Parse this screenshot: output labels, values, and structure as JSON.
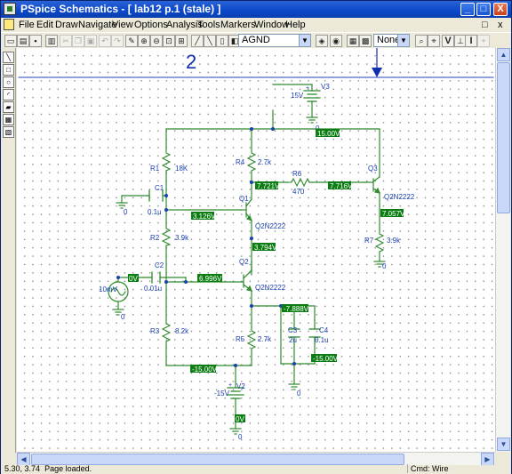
{
  "window": {
    "title": "PSpice Schematics - [ lab12  p.1 (stale)  ]",
    "controls": {
      "minimize": "_",
      "maximize": "□",
      "close": "X"
    }
  },
  "menu": {
    "items": [
      "File",
      "Edit",
      "Draw",
      "Navigate",
      "View",
      "Options",
      "Analysis",
      "Tools",
      "Markers",
      "Window",
      "Help"
    ],
    "restore_box": "□",
    "close_box": "x"
  },
  "toolbar": {
    "part_dropdown": {
      "value": "AGND"
    },
    "marker_dropdown": {
      "value": "None"
    },
    "v_button": "V",
    "i_button": "I"
  },
  "canvas": {
    "page_label": "2",
    "components": {
      "v3": {
        "ref": "V3",
        "value": "15V"
      },
      "v2": {
        "ref": "V2",
        "value": "-15V"
      },
      "r1": {
        "ref": "R1",
        "value": "18K"
      },
      "r2": {
        "ref": "R2",
        "value": "3.9k"
      },
      "r3": {
        "ref": "R3",
        "value": "8.2k"
      },
      "r4": {
        "ref": "R4",
        "value": "2.7k"
      },
      "r5": {
        "ref": "R5",
        "value": "2.7k"
      },
      "r6": {
        "ref": "R6",
        "value": "470"
      },
      "r7": {
        "ref": "R7",
        "value": "3.9k"
      },
      "c1": {
        "ref": "C1",
        "value": "0.1u"
      },
      "c2": {
        "ref": "C2",
        "value": "0.01u"
      },
      "c3": {
        "ref": "C3",
        "value": "2u"
      },
      "c4": {
        "ref": "C4",
        "value": "0.1u"
      },
      "q1": {
        "ref": "Q1",
        "model": "Q2N2222"
      },
      "q2": {
        "ref": "Q2",
        "model": "Q2N2222"
      },
      "q3": {
        "ref": "Q3",
        "model": "Q2N2222"
      },
      "vin": {
        "value": "10mV"
      },
      "gnd": "0"
    },
    "voltage_markers": {
      "top_rail": "15.00V",
      "r4_bottom": "7.721V",
      "r6_right": "7.716V",
      "q1_base": "3.126V",
      "q3_emitter": "7.057V",
      "q1_emitter": "3.794V",
      "source_top": "0V",
      "q2_base": "6.996V",
      "q2_emitter": "-7.888V",
      "c4_bottom": "-15.00V",
      "bottom_rail": "-15.00V",
      "v2_bottom": "0V"
    }
  },
  "status": {
    "coords": "5.30,  3.74",
    "message": "Page loaded.",
    "command": "Cmd: Wire"
  }
}
